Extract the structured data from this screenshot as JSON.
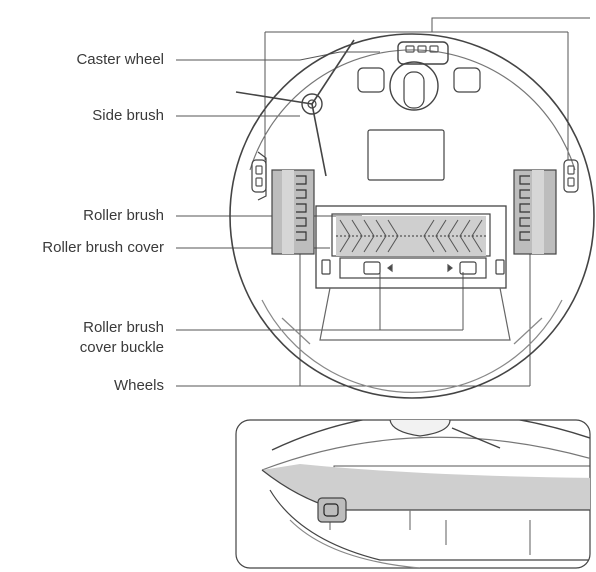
{
  "labels": {
    "caster_wheel": "Caster wheel",
    "side_brush": "Side brush",
    "roller_brush": "Roller brush",
    "roller_brush_cover": "Roller brush cover",
    "roller_brush_cover_buckle_line1": "Roller brush",
    "roller_brush_cover_buckle_line2": "cover buckle",
    "wheels": "Wheels"
  }
}
